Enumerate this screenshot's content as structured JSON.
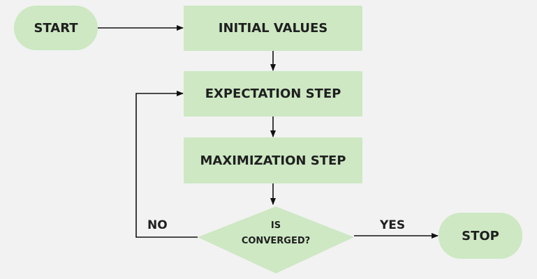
{
  "colors": {
    "background": "#f2f2f2",
    "node_fill": "#cde8c3",
    "text": "#1f1f1f",
    "arrow": "#111111"
  },
  "nodes": {
    "start": "START",
    "initial_values": "INITIAL VALUES",
    "expectation_step": "EXPECTATION STEP",
    "maximization_step": "MAXIMIZATION STEP",
    "decision_line1": "IS",
    "decision_line2": "CONVERGED?",
    "stop": "STOP"
  },
  "edges": {
    "no_label": "NO",
    "yes_label": "YES"
  }
}
